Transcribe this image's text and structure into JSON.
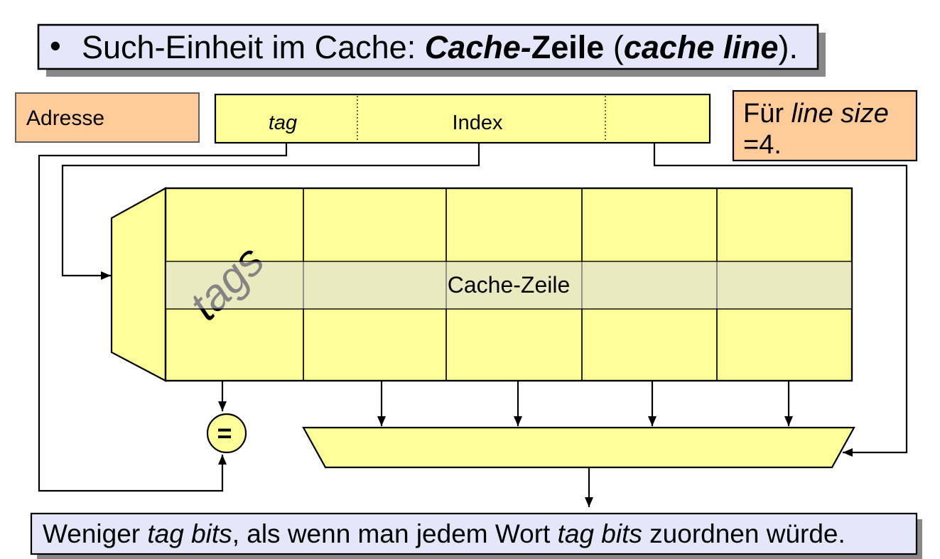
{
  "slide": {
    "colors": {
      "page_bg": "#FFFFFF",
      "banner_fill": "#E6E6FA",
      "banner_shadow": "#888888",
      "box_orange": "#FFCC99",
      "box_yellow": "#FFFF99",
      "row_highlight": "rgba(220,220,220,0.6)"
    },
    "title": {
      "bullet": "•",
      "part1": "Such-Einheit im Cache: ",
      "part2_bold_italic": "Cache-",
      "part3_bold": "Zeile",
      "part4": " (",
      "part5_bold_italic": "cache line",
      "part6": ")."
    },
    "address_label": "Adresse",
    "address_fields": {
      "tag": "tag",
      "index": "Index"
    },
    "note": {
      "line1_regular": "Für ",
      "line1_italic": "line size",
      "line2": "=4."
    },
    "cache": {
      "tags_label": "tags",
      "row_label": "Cache-Zeile"
    },
    "comparator_symbol": "=",
    "footer": {
      "part1": "Weniger ",
      "part2_italic": "tag bits",
      "part3": ", als wenn man jedem Wort ",
      "part4_italic": "tag bits",
      "part5": " zuordnen würde."
    }
  }
}
